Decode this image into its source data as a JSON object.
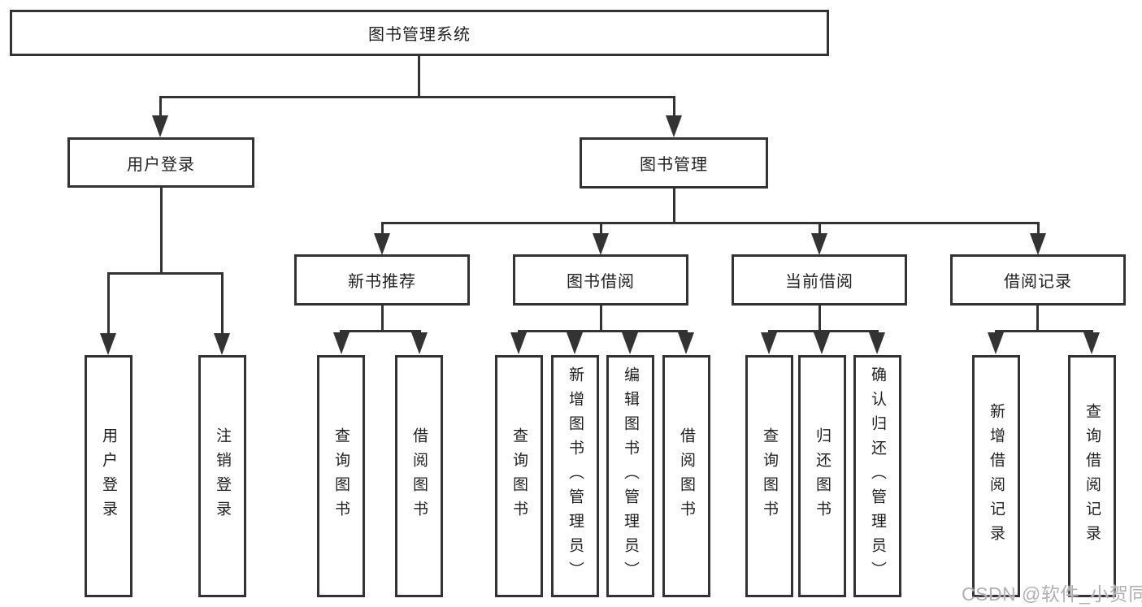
{
  "diagram": {
    "root": "图书管理系统",
    "user_login": "用户登录",
    "book_management": "图书管理",
    "new_book_recommend": "新书推荐",
    "book_borrowing": "图书借阅",
    "current_borrowing": "当前借阅",
    "borrowing_records": "借阅记录",
    "leaves": {
      "user_login_1": "用户登录",
      "user_login_2": "注销登录",
      "recommend_1": "查询图书",
      "recommend_2": "借阅图书",
      "borrowing_1": "查询图书",
      "borrowing_2": "新增图书（管理员）",
      "borrowing_3": "编辑图书（管理员）",
      "borrowing_4": "借阅图书",
      "current_1": "查询图书",
      "current_2": "归还图书",
      "current_3": "确认归还（管理员）",
      "records_1": "新增借阅记录",
      "records_2": "查询借阅记录"
    }
  },
  "watermark": "CSDN @软件_小贺同学",
  "colors": {
    "line": "#333333",
    "background": "#ffffff",
    "text": "#1f1f1f",
    "watermark": "#b0b0b0"
  }
}
